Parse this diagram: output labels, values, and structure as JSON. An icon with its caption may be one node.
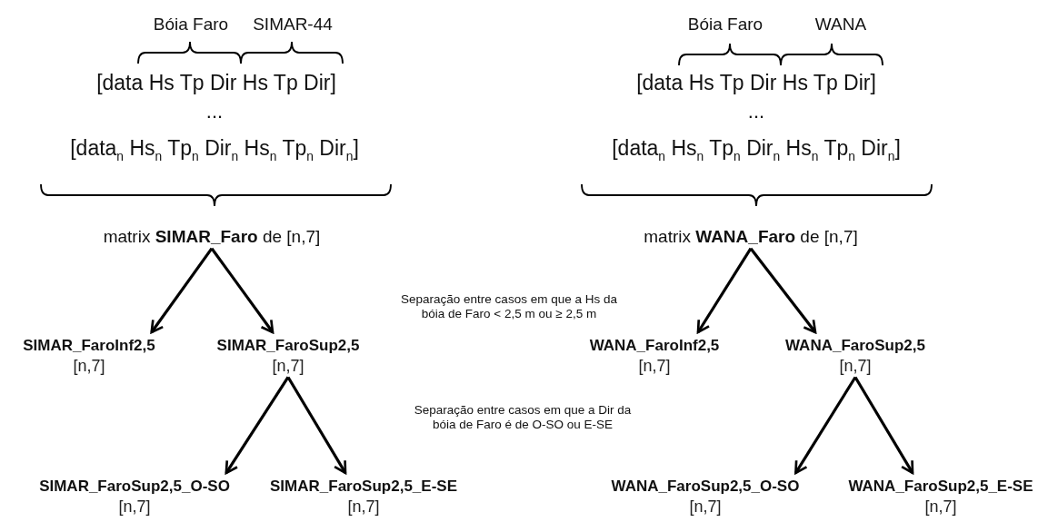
{
  "diagram": {
    "nodes": [
      {
        "text": [
          "matrix **SIMAR_Faro** de [n,7]"
        ]
      },
      {
        "text": [
          "SIMAR_FaroInf2,5",
          "[n,7]"
        ]
      },
      {
        "text": [
          "SIMAR_FaroSup2,5",
          "[n,7]"
        ]
      },
      {
        "text": [
          "SIMAR_FaroSup2,5_O-SO",
          "[n,7]"
        ]
      },
      {
        "text": [
          "SIMAR_FaroSup2,5_E-SE",
          "[n,7]"
        ]
      },
      {
        "text": [
          "matrix **WANA_Faro** de [n,7]"
        ]
      },
      {
        "text": [
          "WANA_FaroInf2,5",
          "[n,7]"
        ]
      },
      {
        "text": [
          "WANA_FaroSup2,5",
          "[n,7]"
        ]
      },
      {
        "text": [
          "WANA_FaroSup2,5_O-SO",
          "[n,7]"
        ]
      },
      {
        "text": [
          "WANA_FaroSup2,5_E-SE",
          "[n,7]"
        ]
      }
    ],
    "edges": [
      {
        "from": 0,
        "to": 1,
        "arrow": "to"
      },
      {
        "from": 0,
        "to": 2,
        "arrow": "to"
      },
      {
        "from": 2,
        "to": 3,
        "arrow": "to"
      },
      {
        "from": 2,
        "to": 4,
        "arrow": "to"
      },
      {
        "from": 5,
        "to": 6,
        "arrow": "to"
      },
      {
        "from": 5,
        "to": 7,
        "arrow": "to"
      },
      {
        "from": 7,
        "to": 8,
        "arrow": "to"
      },
      {
        "from": 7,
        "to": 9,
        "arrow": "to"
      }
    ],
    "labels": [
      "Bóia Faro",
      "SIMAR-44",
      "Bóia Faro",
      "WANA",
      "[data Hs Tp Dir Hs Tp Dir]",
      "[data Hs Tp Dir Hs Tp Dir]",
      "...",
      "...",
      "[data$_{n}$ Hs$_{n}$ Tp$_{n}$ Dir$_{n}$ Hs$_{n}$ Tp$_{n}$ Dir$_{n}$]",
      "[data$_{n}$ Hs$_{n}$ Tp$_{n}$ Dir$_{n}$ Hs$_{n}$ Tp$_{n}$ Dir$_{n}$]",
      "Separação entre casos em que a Hs da bóia de Faro < 2,5 m ou  ≥ 2,5 m",
      "Separação entre casos em que a Dir da bóia de Faro é de O-SO ou E-SE"
    ]
  }
}
